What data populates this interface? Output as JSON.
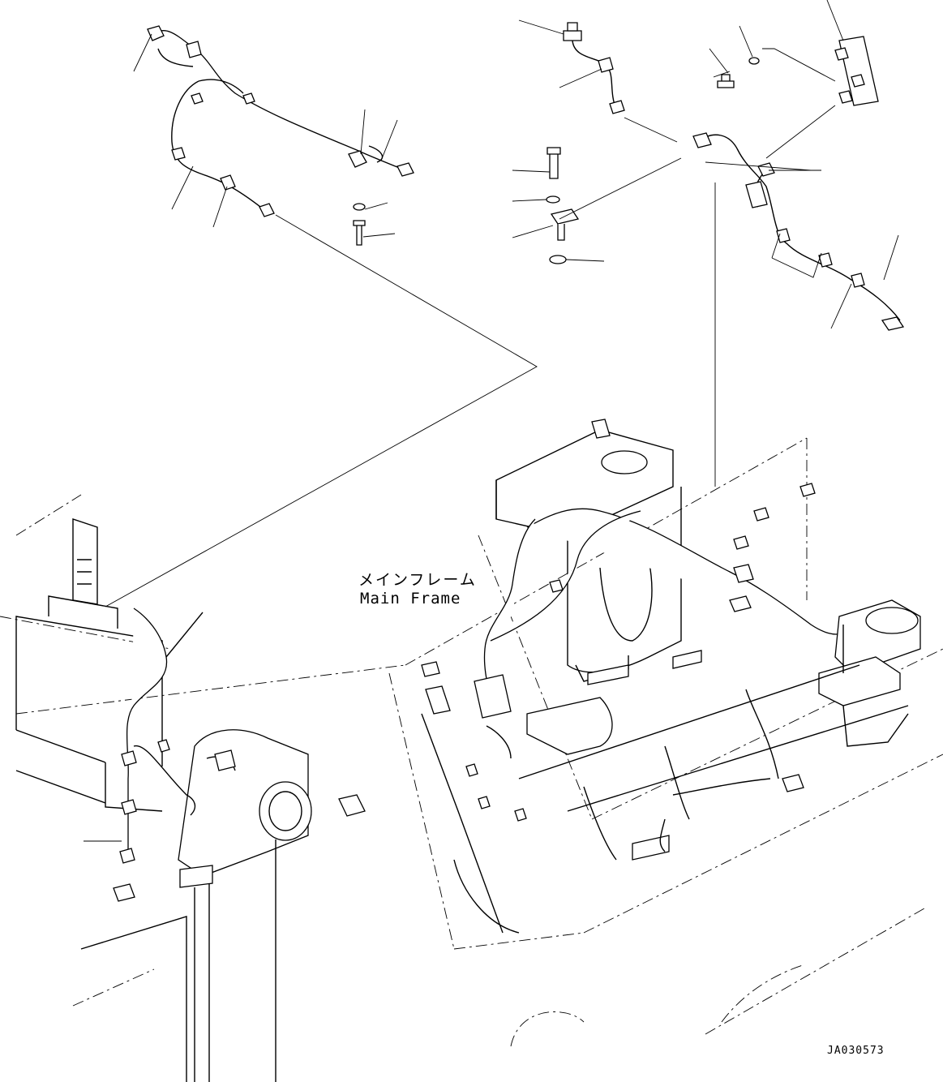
{
  "labels": {
    "frame_jp": "メインフレーム",
    "frame_en": "Main Frame"
  },
  "drawing_number": "JA030573"
}
